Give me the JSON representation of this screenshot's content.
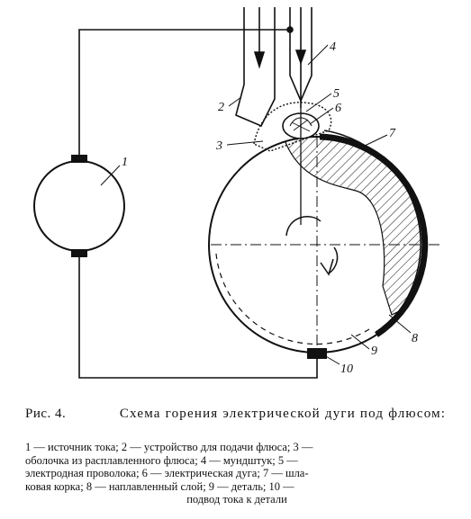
{
  "labels": {
    "n1": "1",
    "n2": "2",
    "n3": "3",
    "n4": "4",
    "n5": "5",
    "n6": "6",
    "n7": "7",
    "n8": "8",
    "n9": "9",
    "n10": "10"
  },
  "caption": {
    "fig": "Рис. 4.",
    "title": "Схема горения электрической дуги под флюсом:"
  },
  "legend": {
    "line1": "1 — источник тока; 2 — устройство для подачи флюса; 3 —",
    "line2": "оболочка из расплавленного флюса; 4 — мундштук; 5 —",
    "line3": "электродная проволока; 6 — электрическая дуга; 7 — шла-",
    "line4": "ковая корка; 8 — наплавленный слой; 9 — деталь; 10 —",
    "line5": "подвод тока к детали"
  }
}
